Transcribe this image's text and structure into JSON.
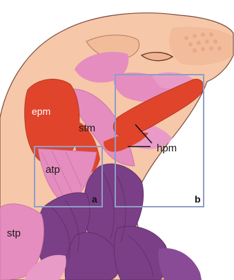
{
  "labels": {
    "epm": "epm",
    "stm": "stm",
    "hpm": "hpm",
    "atp": "atp",
    "stp": "stp",
    "panel_a": "a",
    "panel_b": "b"
  },
  "colors": {
    "skin": "#f6c7a8",
    "skin_shadow": "#eeb696",
    "pink_muscle": "#e58dbf",
    "red_muscle": "#e0452b",
    "purple_muscle": "#7a3f86",
    "box_stroke": "#8f9ec9",
    "outline": "#7a4a3a"
  }
}
